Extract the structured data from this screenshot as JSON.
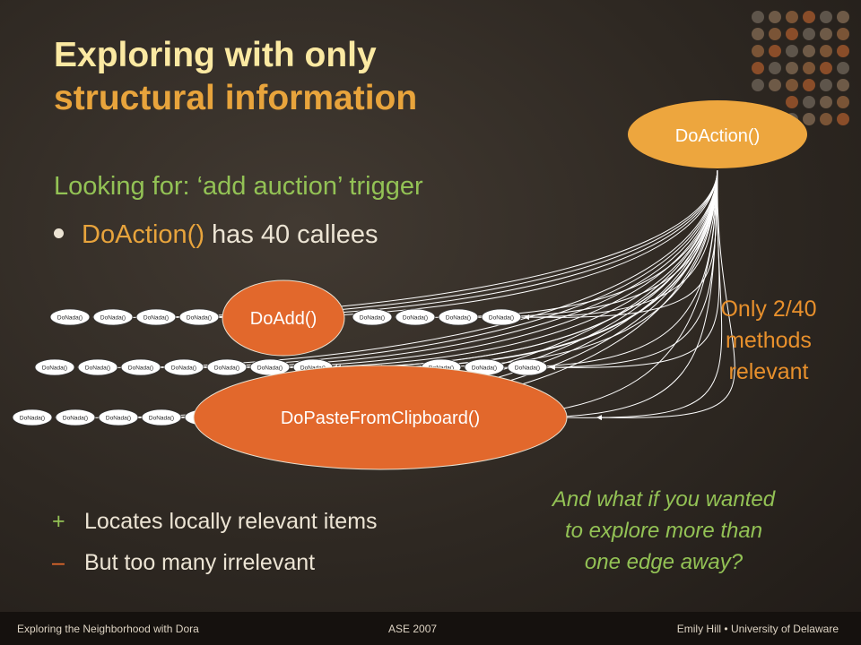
{
  "slide": {
    "title_line1": "Exploring with only",
    "title_line2": "structural information",
    "looking_for": "Looking for: ‘add auction’ trigger",
    "bullet_highlight": "DoAction()",
    "bullet_rest": " has 40 callees",
    "relevant_note": [
      "Only 2/40",
      "methods",
      "relevant"
    ],
    "plus_symbol": "+",
    "plus_item": "Locates locally relevant items",
    "minus_symbol": "–",
    "minus_item": "But too many irrelevant",
    "explore_note": [
      "And what if you wanted",
      "to explore more than",
      "one edge away?"
    ]
  },
  "graph": {
    "root": "DoAction()",
    "highlighted": [
      "DoAdd()",
      "DoPasteFromClipboard()"
    ],
    "callee_label": "DoNada()",
    "rows": [
      {
        "left": [
          "DoNada()",
          "DoNada()",
          "DoNada()",
          "DoNada()"
        ],
        "right": [
          "DoNada()",
          "DoNada()",
          "DoNada()",
          "DoNada()"
        ]
      },
      {
        "left": [
          "DoNada()",
          "DoNada()",
          "DoNada()",
          "DoNada()",
          "DoNada()",
          "DoNada()",
          "DoNada()"
        ],
        "right": [
          "DoNada()",
          "DoNada()",
          "DoNada()"
        ]
      },
      {
        "left": [
          "DoNada()",
          "DoNada()",
          "DoNada()",
          "DoNada()",
          "D"
        ],
        "right": []
      }
    ],
    "colors": {
      "root_fill": "#eda63e",
      "highlight_fill": "#e2682c",
      "edge": "#ffffff",
      "node_fill": "#ffffff"
    }
  },
  "footer": {
    "left": "Exploring the Neighborhood with Dora",
    "center": "ASE 2007",
    "right": "Emily Hill • University of Delaware"
  },
  "theme": {
    "dot_colors": [
      "#5e554b",
      "#6e5a47",
      "#7a5436",
      "#8a4d29"
    ]
  }
}
